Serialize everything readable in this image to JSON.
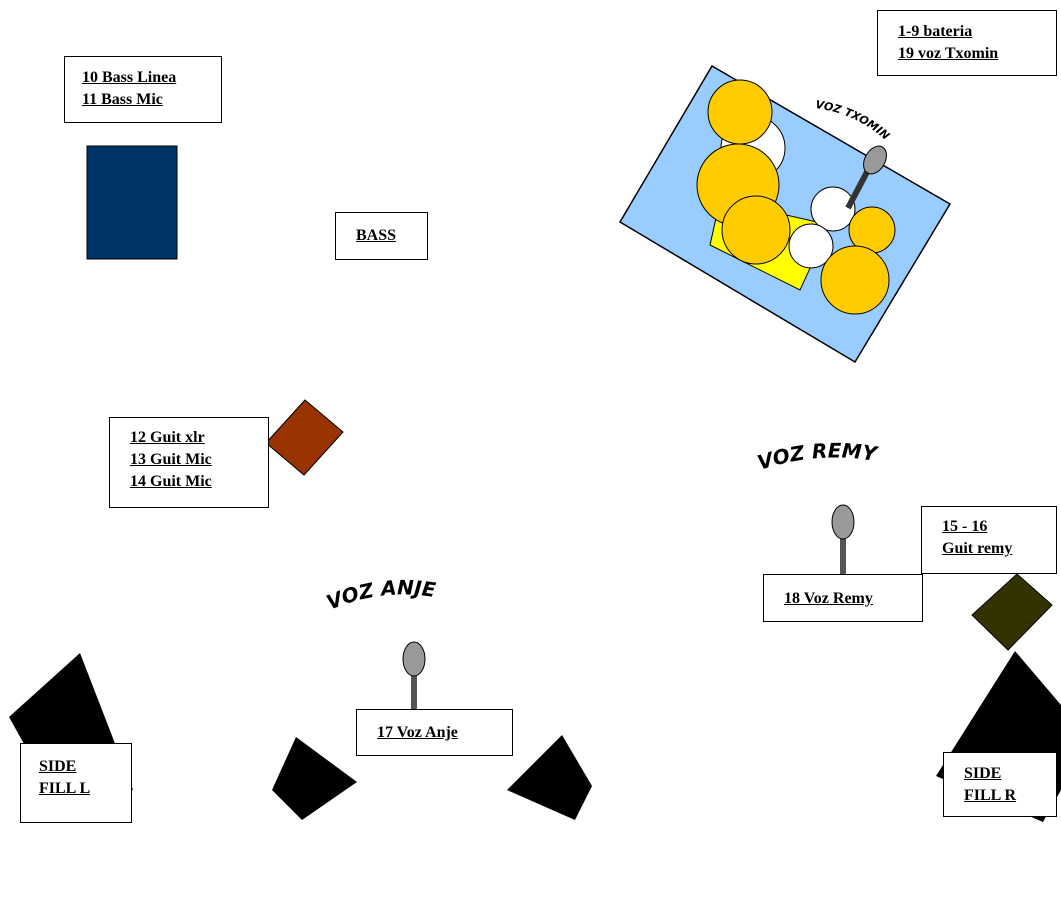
{
  "labels": {
    "drums": [
      "1-9 bateria",
      "19 voz Txomin"
    ],
    "bass_channels": [
      "10 Bass Linea",
      "11 Bass Mic"
    ],
    "bass": "BASS",
    "guitar_channels": [
      "12 Guit xlr",
      "13 Guit Mic",
      "14 Guit Mic"
    ],
    "guit_remy": [
      "15 - 16",
      "Guit remy"
    ],
    "voz_remy_ch": "18 Voz Remy",
    "voz_anje_ch": "17 Voz Anje",
    "side_fill_l": [
      "SIDE",
      "FILL L"
    ],
    "side_fill_r": [
      "SIDE",
      "FILL R"
    ]
  },
  "curved_titles": {
    "txomin": "VOZ TXOMIN",
    "remy": "VOZ REMY",
    "anje": "VOZ ANJE"
  },
  "colors": {
    "drum_riser": "#99ccff",
    "drum_shell": "#ffcc00",
    "cymbal": "#ffffff",
    "rug": "#ffff00",
    "bass_amp": "#003366",
    "guitar_amp": "#993300",
    "remy_amp": "#333300",
    "monitor": "#000000",
    "mic": "#999999"
  }
}
